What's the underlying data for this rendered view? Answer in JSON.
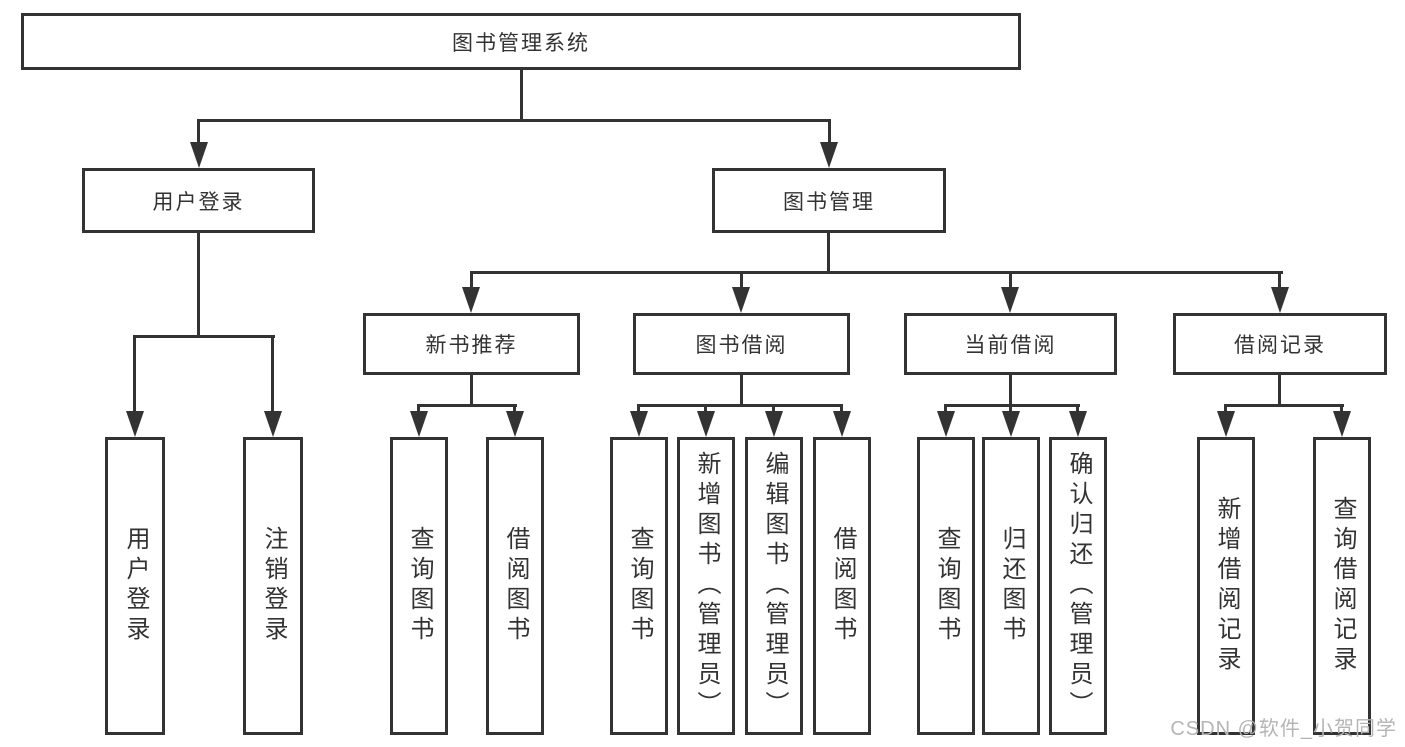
{
  "diagram": {
    "root": "图书管理系统",
    "level2": [
      "用户登录",
      "图书管理"
    ],
    "level3": [
      "新书推荐",
      "图书借阅",
      "当前借阅",
      "借阅记录"
    ],
    "leaves_user": [
      "用户登录",
      "注销登录"
    ],
    "leaves_newbook": [
      "查询图书",
      "借阅图书"
    ],
    "leaves_borrow": [
      "查询图书",
      "新增图书（管理员）",
      "编辑图书（管理员）",
      "借阅图书"
    ],
    "leaves_current": [
      "查询图书",
      "归还图书",
      "确认归还（管理员）"
    ],
    "leaves_records": [
      "新增借阅记录",
      "查询借阅记录"
    ]
  },
  "watermark": "CSDN @软件_小贺同学",
  "colors": {
    "line": "#333333",
    "text": "#333333",
    "watermark": "#b5b5b5",
    "background": "#ffffff"
  }
}
